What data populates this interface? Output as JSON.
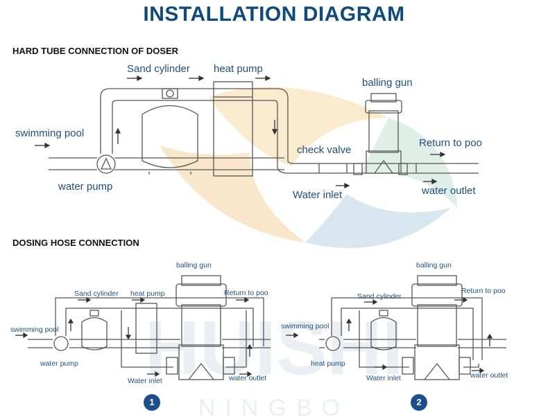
{
  "header": {
    "title": "INSTALLATION DIAGRAM"
  },
  "section1": {
    "heading": "HARD TUBE CONNECTION OF DOSER",
    "labels": {
      "sand_cylinder": "Sand cylinder",
      "heat_pump": "heat pump",
      "balling_gun": "balling gun",
      "swimming_pool": "swimming pool",
      "check_valve": "check valve",
      "return_to_pool": "Return to poo",
      "water_pump": "water pump",
      "water_inlet": "Water inlet",
      "water_outlet": "water outlet"
    }
  },
  "section2": {
    "heading": "DOSING HOSE CONNECTION",
    "diagram1": {
      "balling_gun": "balling gun",
      "sand_cylinder": "Sand cylinder",
      "heat_pump": "heat pump",
      "return_to_pool": "Return to poo",
      "swimming_pool": "swimming pool",
      "water_pump": "water pump",
      "water_inlet": "Water inlet",
      "water_outlet": "water outlet",
      "number": "1"
    },
    "diagram2": {
      "balling_gun": "balling gun",
      "sand_cylinder": "Sand cylinder",
      "return_to_pool": "Return to poo",
      "swimming_pool": "swimming pool",
      "heat_pump": "heat pump",
      "water_inlet": "Water inlet",
      "water_outlet": "water outlet",
      "number": "2"
    }
  },
  "watermark": {
    "brand": "HUISHI",
    "city": "NINGBO"
  },
  "colors": {
    "title": "#0f4a7c",
    "label": "#1e4f7e",
    "badge": "#1c4f8f",
    "line": "#555555"
  }
}
